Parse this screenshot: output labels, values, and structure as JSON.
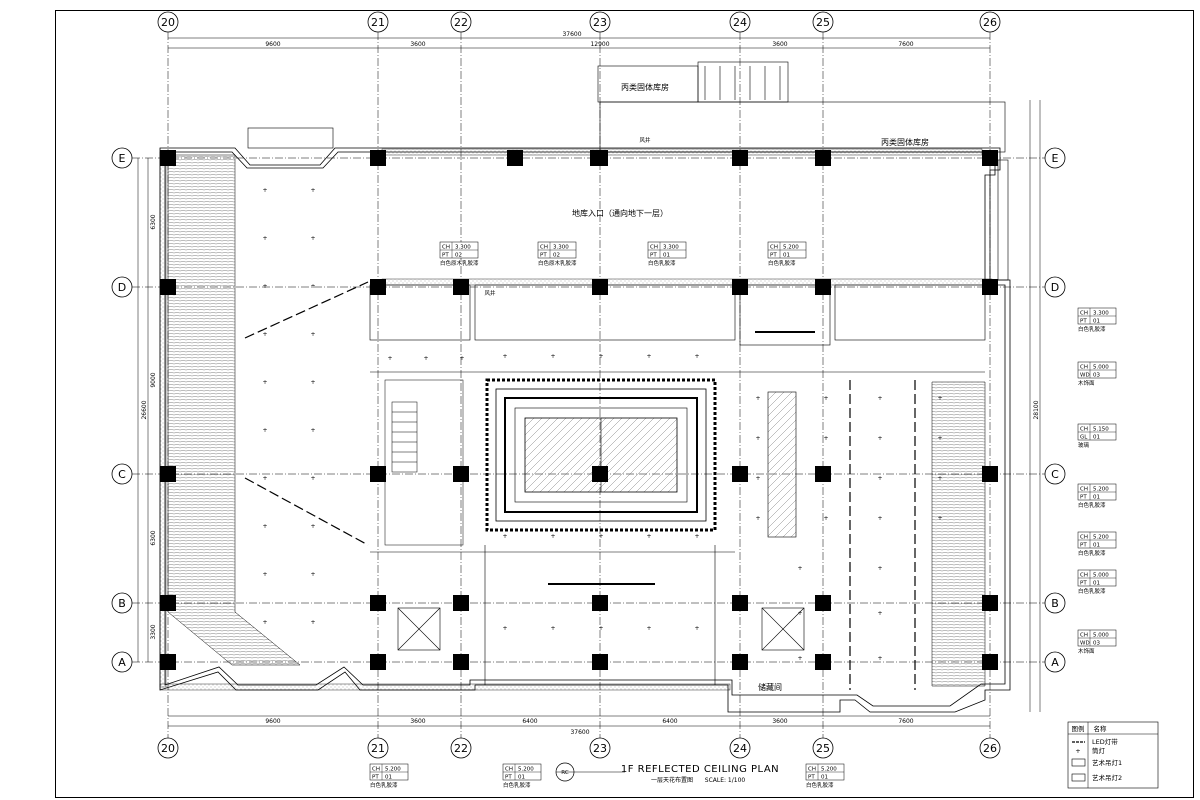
{
  "drawing": {
    "title": "1F REFLECTED CEILING PLAN",
    "subtitle": "一层天花布置图",
    "scale": "SCALE: 1/100",
    "section_mark": "RC"
  },
  "axes": {
    "columns": [
      "20",
      "21",
      "22",
      "23",
      "24",
      "25",
      "26"
    ],
    "rows": [
      "E",
      "D",
      "C",
      "B",
      "A"
    ]
  },
  "dimensions": {
    "top_total": "37600",
    "top_segments": [
      "9600",
      "3600",
      "12900",
      "3600",
      "7600"
    ],
    "bottom_total": "37600",
    "bottom_segments": [
      "9600",
      "3600",
      "6400",
      "6400",
      "3600",
      "7600"
    ],
    "left_total": "26600",
    "left_segments": [
      "6300",
      "9000",
      "6300",
      "3300"
    ],
    "right_total": "28100"
  },
  "rooms": {
    "storage_top_left": "丙类固体库房",
    "storage_top_right": "丙类固体库房",
    "garage_entry": "地库入口（通向地下一层）",
    "storage_bottom": "储藏间",
    "shaft_1": "风井",
    "shaft_2": "风井"
  },
  "tags": {
    "top": [
      {
        "ch": "CH",
        "h": "3.300",
        "code": "PT",
        "num": "02",
        "desc": "白色原木乳胶漆"
      },
      {
        "ch": "CH",
        "h": "3.300",
        "code": "PT",
        "num": "02",
        "desc": "白色原木乳胶漆"
      },
      {
        "ch": "CH",
        "h": "3.300",
        "code": "PT",
        "num": "01",
        "desc": "白色乳胶漆"
      },
      {
        "ch": "CH",
        "h": "5.200",
        "code": "PT",
        "num": "01",
        "desc": "白色乳胶漆"
      }
    ],
    "bottom": [
      {
        "ch": "CH",
        "h": "5.200",
        "code": "PT",
        "num": "01",
        "desc": "白色乳胶漆"
      },
      {
        "ch": "CH",
        "h": "5.200",
        "code": "PT",
        "num": "01",
        "desc": "白色乳胶漆"
      },
      {
        "ch": "CH",
        "h": "5.200",
        "code": "PT",
        "num": "01",
        "desc": "白色乳胶漆"
      }
    ],
    "right": [
      {
        "ch": "CH",
        "h": "3.300",
        "code": "PT",
        "num": "01",
        "desc": "白色乳胶漆"
      },
      {
        "ch": "CH",
        "h": "5.000",
        "code": "WD",
        "num": "03",
        "desc": "木饰面"
      },
      {
        "ch": "CH",
        "h": "5.150",
        "code": "GL",
        "num": "01",
        "desc": "玻璃"
      },
      {
        "ch": "CH",
        "h": "5.200",
        "code": "PT",
        "num": "01",
        "desc": "白色乳胶漆"
      },
      {
        "ch": "CH",
        "h": "5.200",
        "code": "PT",
        "num": "01",
        "desc": "白色乳胶漆"
      },
      {
        "ch": "CH",
        "h": "5.000",
        "code": "PT",
        "num": "01",
        "desc": "白色乳胶漆"
      },
      {
        "ch": "CH",
        "h": "5.000",
        "code": "WD",
        "num": "03",
        "desc": "木饰面"
      }
    ]
  },
  "legend": {
    "header_symbol": "图例",
    "header_name": "名称",
    "items": [
      "LED灯带",
      "筒灯",
      "艺术吊灯1",
      "艺术吊灯2"
    ]
  },
  "colors": {
    "line": "#000000",
    "hatch": "#777777",
    "column": "#000000"
  }
}
